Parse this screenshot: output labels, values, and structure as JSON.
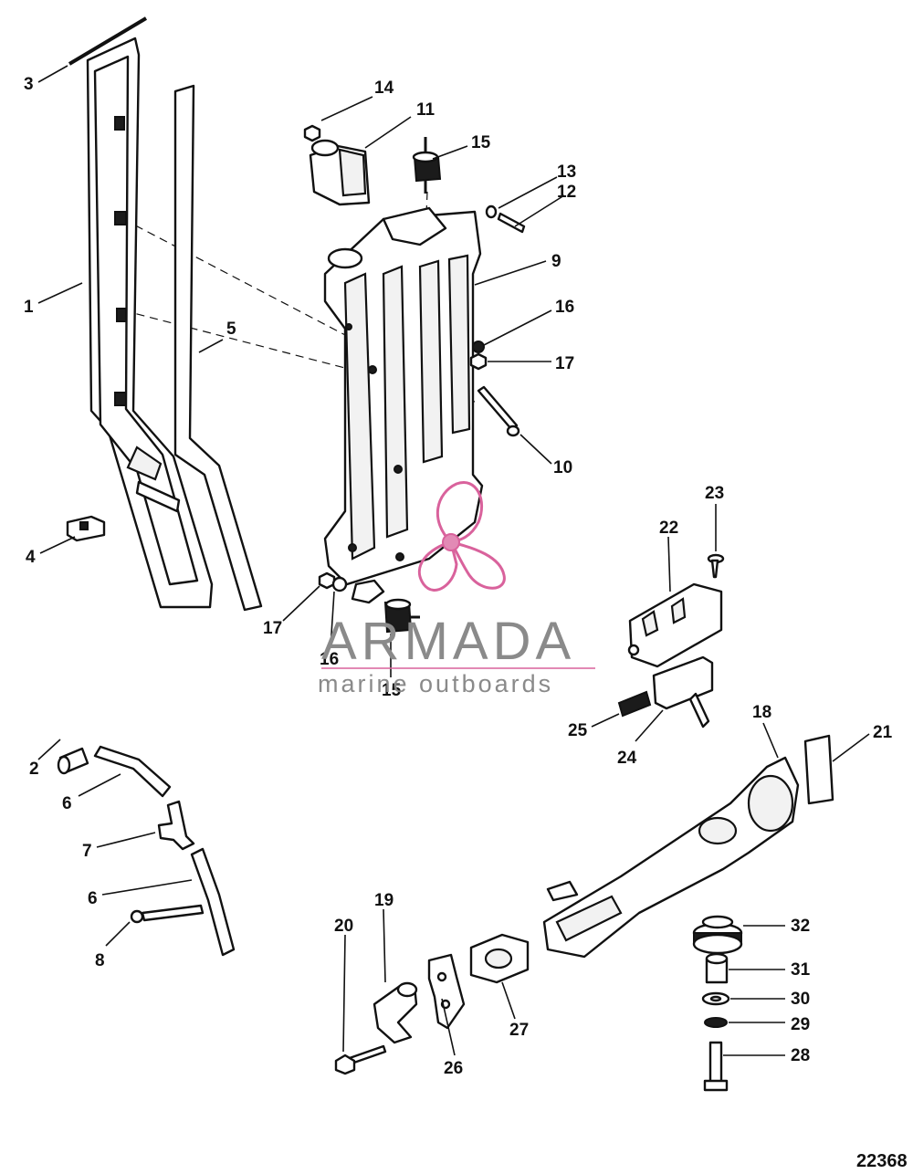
{
  "callouts": {
    "c1": "1",
    "c2": "2",
    "c3": "3",
    "c4": "4",
    "c5": "5",
    "c6a": "6",
    "c6b": "6",
    "c7": "7",
    "c8": "8",
    "c9": "9",
    "c10": "10",
    "c11": "11",
    "c12": "12",
    "c13": "13",
    "c14": "14",
    "c15a": "15",
    "c15b": "15",
    "c16a": "16",
    "c16b": "16",
    "c17a": "17",
    "c17b": "17",
    "c18": "18",
    "c19": "19",
    "c20": "20",
    "c21": "21",
    "c22": "22",
    "c23": "23",
    "c24": "24",
    "c25": "25",
    "c26": "26",
    "c27": "27",
    "c28": "28",
    "c29": "29",
    "c30": "30",
    "c31": "31",
    "c32": "32"
  },
  "watermark": {
    "brand": "ARMADA",
    "tagline": "marine outboards"
  },
  "figure_number": "22368",
  "colors": {
    "line_art": "#111111",
    "watermark_text": "#8a8a8a",
    "watermark_logo": "#d9629c"
  }
}
